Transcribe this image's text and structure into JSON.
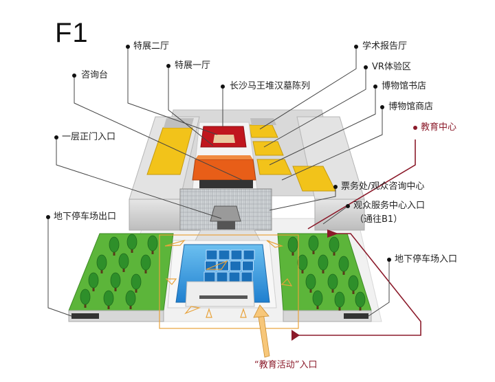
{
  "floor_label": "F1",
  "labels": {
    "special_hall_2": "特展二厅",
    "special_hall_1": "特展一厅",
    "info_desk": "咨询台",
    "mawangdui_exhibit": "长沙马王堆汉墓陈列",
    "lecture_hall": "学术报告厅",
    "vr_zone": "VR体验区",
    "bookstore": "博物馆书店",
    "museum_shop": "博物馆商店",
    "education_center": "教育中心",
    "main_entrance_f1": "一层正门入口",
    "ticket_office": "票务处/观众咨询中心",
    "visitor_service_entrance": "观众服务中心入口",
    "via_b1": "（通往B1）",
    "parking_exit": "地下停车场出口",
    "parking_entrance": "地下停车场入口",
    "education_activity_entrance": "“教育活动”入口"
  },
  "colors": {
    "accent_red": "#8b1a2a",
    "exhibit_red": "#c0161e",
    "exhibit_orange": "#e85e18",
    "hall_yellow": "#f2c31a",
    "grass_green": "#5cb53a",
    "tree_green": "#2e8f2a",
    "water_blue": "#2f8fd6",
    "flow_orange": "#e8a23a"
  }
}
